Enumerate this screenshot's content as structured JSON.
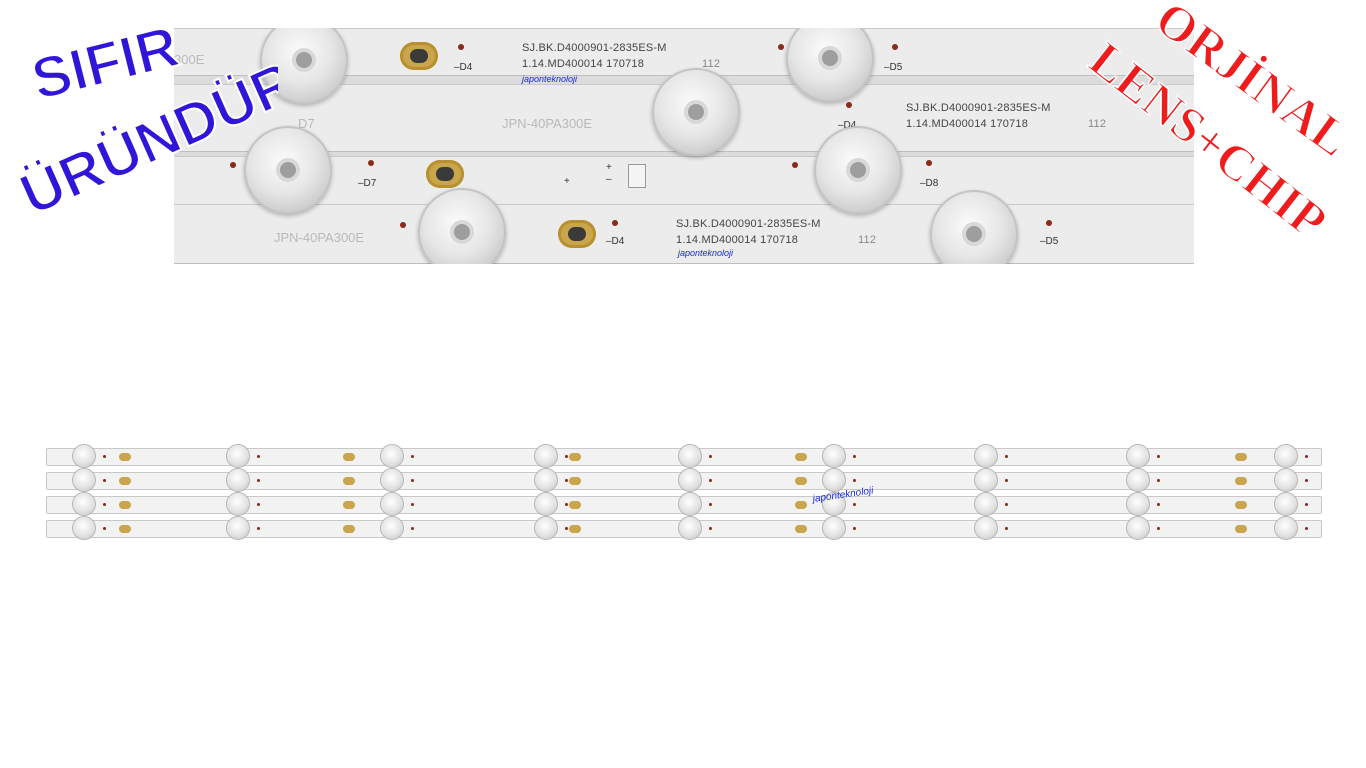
{
  "overlay": {
    "badge_left_line1": "SIFIR",
    "badge_left_line2": "ÜRÜNDÜR",
    "badge_right_line1": "ORJİNAL",
    "badge_right_line2": "LENS+CHIP"
  },
  "closeup": {
    "strip1": {
      "part_code": "SJ.BK.D4000901-2835ES-M",
      "batch": "1.14.MD400014  170718",
      "brand": "japonteknoloji",
      "label_left": "–D4",
      "label_right": "–D5",
      "faint_model": "300E",
      "mark": "112"
    },
    "strip2": {
      "part_code": "SJ.BK.D4000901-2835ES-M",
      "batch": "1.14.MD400014  170718",
      "faint_model": "JPN-40PA300E",
      "label": "–D4",
      "mark": "112",
      "left_mark": "D7"
    },
    "strip3": {
      "label_left": "–D7",
      "label_right": "–D8",
      "plus": "+",
      "minus": "–"
    },
    "strip4": {
      "part_code": "SJ.BK.D4000901-2835ES-M",
      "batch": "1.14.MD400014  170718",
      "brand": "japonteknoloji",
      "faint_model": "JPN-40PA300E",
      "label_left": "–D4",
      "label_right": "–D5",
      "mark": "112"
    }
  },
  "full_view": {
    "brand": "japonteknoloji",
    "strip_count": 4,
    "leds_per_strip": 9
  },
  "colors": {
    "badge_blue": "#2f16d8",
    "badge_red": "#ee1c1c",
    "pcb": "#ececec",
    "brand_text": "#1a2ad8"
  }
}
